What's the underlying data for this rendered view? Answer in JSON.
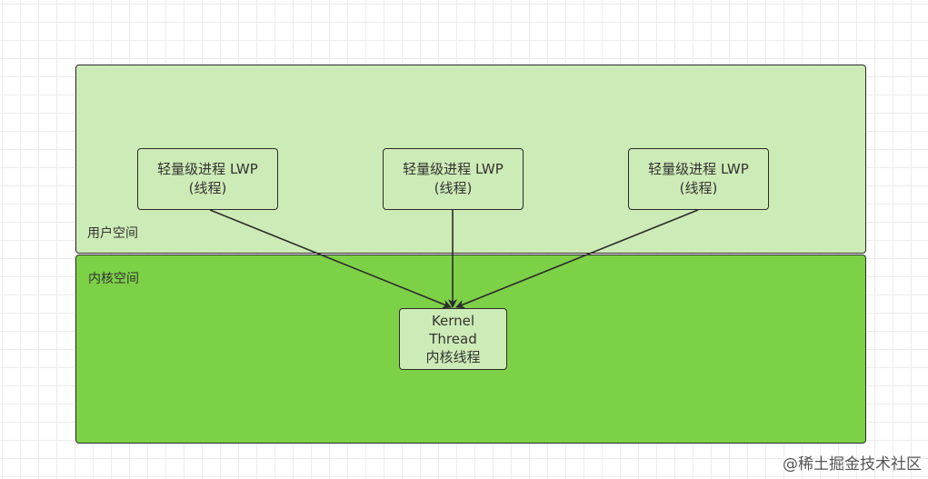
{
  "diagram": {
    "user_space": {
      "label": "用户空间"
    },
    "kernel_space": {
      "label": "内核空间"
    },
    "lwp_nodes": [
      {
        "line1": "轻量级进程 LWP",
        "line2": "(线程)"
      },
      {
        "line1": "轻量级进程 LWP",
        "line2": "(线程)"
      },
      {
        "line1": "轻量级进程 LWP",
        "line2": "(线程)"
      }
    ],
    "kernel_thread": {
      "line1": "Kernel",
      "line2": "Thread",
      "line3": "内核线程"
    },
    "edges": [
      {
        "from": "lwp_nodes.0",
        "to": "kernel_thread"
      },
      {
        "from": "lwp_nodes.1",
        "to": "kernel_thread"
      },
      {
        "from": "lwp_nodes.2",
        "to": "kernel_thread"
      }
    ]
  },
  "watermark": "@稀土掘金技术社区",
  "colors": {
    "user_space_fill": "#cdebb6",
    "kernel_space_fill": "#7dd147",
    "node_fill": "#cdebb6",
    "stroke": "#2b2b2b",
    "grid": "#ececec"
  }
}
